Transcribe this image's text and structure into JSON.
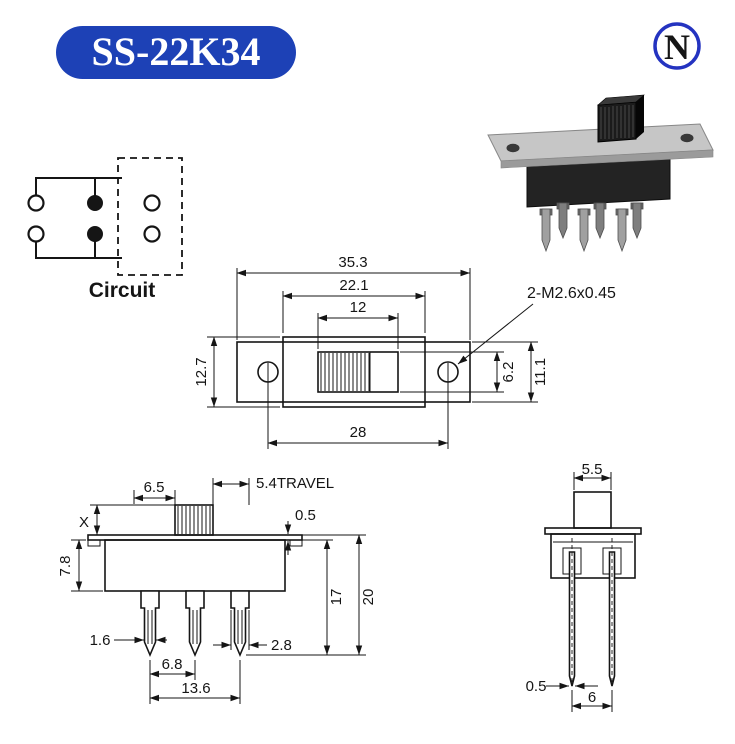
{
  "header": {
    "title": "SS-22K34",
    "badge_color": "#1d41b6",
    "logo_letter": "N",
    "logo_color": "#2433c0"
  },
  "circuit": {
    "label": "Circuit"
  },
  "views": {
    "top": {
      "thread_note": "2-M2.6x0.45",
      "dims": {
        "overall_length": "35.3",
        "body_length": "22.1",
        "slot_length": "12",
        "hole_spacing": "28",
        "body_width": "12.7",
        "slot_width": "6.2",
        "plate_width": "11.1"
      }
    },
    "front": {
      "dims": {
        "knob_width": "6.5",
        "travel": "5.4TRAVEL",
        "plate_thickness": "0.5",
        "knob_height": "X",
        "body_height": "7.8",
        "pin_depth": "17",
        "overall_height": "20",
        "pin_width": "1.6",
        "shoulder_width": "2.8",
        "pin_pitch": "6.8",
        "pin_span": "13.6"
      }
    },
    "side": {
      "dims": {
        "knob_width": "5.5",
        "pin_thickness": "0.5",
        "pin_spacing": "6"
      }
    }
  }
}
